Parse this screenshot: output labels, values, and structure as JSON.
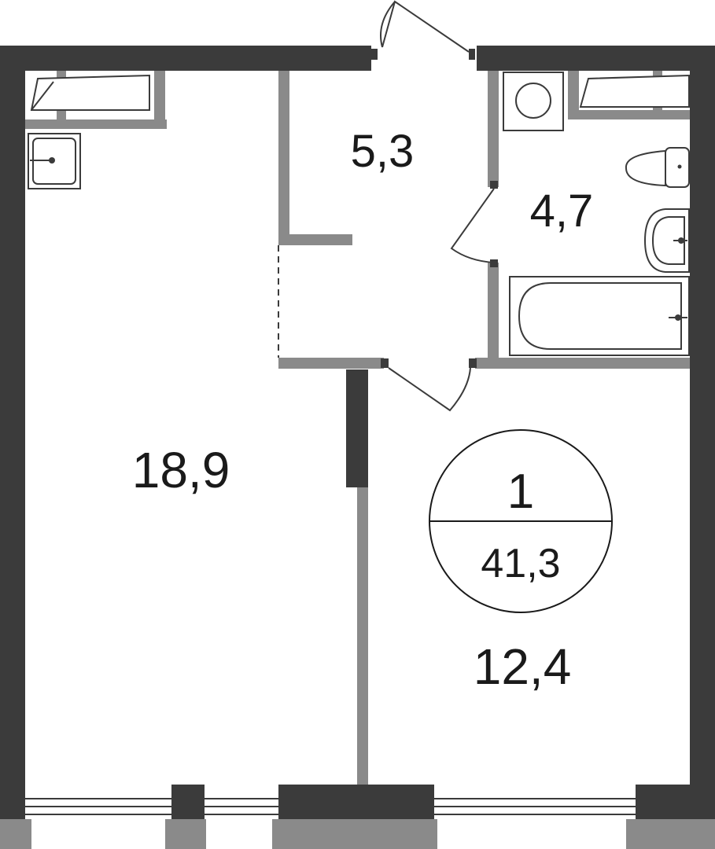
{
  "rooms": {
    "living_area": "18,9",
    "hall_area": "5,3",
    "bathroom_area": "4,7",
    "bedroom_area": "12,4"
  },
  "summary": {
    "room_count": "1",
    "total_area": "41,3"
  },
  "colors": {
    "outer_wall": "#3b3b3b",
    "inner_wall": "#8a8a8a",
    "background": "#ffffff"
  }
}
